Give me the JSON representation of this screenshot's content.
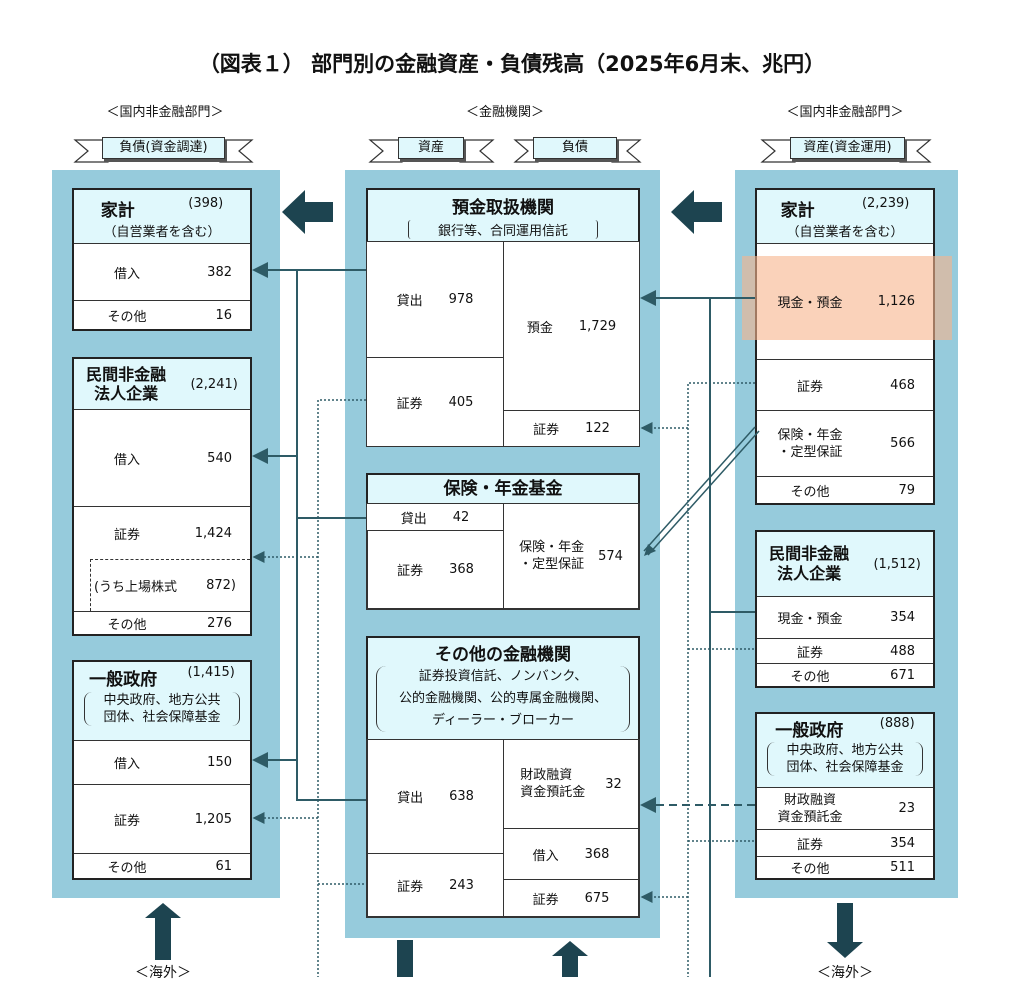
{
  "title": "（図表１） 部門別の金融資産・負債残高（2025年6月末、兆円）",
  "sections": {
    "left": "＜国内非金融部門＞",
    "middle": "＜金融機関＞",
    "right": "＜国内非金融部門＞"
  },
  "ribbons": {
    "left": "負債(資金調達)",
    "mid_assets": "資産",
    "mid_liab": "負債",
    "right": "資産(資金運用)"
  },
  "left": {
    "household": {
      "name": "家計",
      "total": "(398)",
      "sub": "（自営業者を含む）",
      "rows": [
        {
          "label": "借入",
          "value": "382"
        },
        {
          "label": "その他",
          "value": "16"
        }
      ]
    },
    "corp": {
      "name": "民間非金融\n法人企業",
      "total": "(2,241)",
      "rows": [
        {
          "label": "借入",
          "value": "540"
        },
        {
          "label": "証券",
          "value": "1,424"
        },
        {
          "label": "(うち上場株式",
          "value": "872)"
        },
        {
          "label": "その他",
          "value": "276"
        }
      ]
    },
    "gov": {
      "name": "一般政府",
      "total": "(1,415)",
      "sub": "中央政府、地方公共\n団体、社会保障基金",
      "rows": [
        {
          "label": "借入",
          "value": "150"
        },
        {
          "label": "証券",
          "value": "1,205"
        },
        {
          "label": "その他",
          "value": "61"
        }
      ]
    }
  },
  "middle": {
    "deposit": {
      "name": "預金取扱機関",
      "sub": "銀行等、合同運用信託",
      "assets": [
        {
          "label": "貸出",
          "value": "978"
        },
        {
          "label": "証券",
          "value": "405"
        }
      ],
      "liab": [
        {
          "label": "預金",
          "value": "1,729"
        },
        {
          "label": "証券",
          "value": "122"
        }
      ]
    },
    "insurance": {
      "name": "保険・年金基金",
      "assets": [
        {
          "label": "貸出",
          "value": "42"
        },
        {
          "label": "証券",
          "value": "368"
        }
      ],
      "liab": [
        {
          "label": "保険・年金\n・定型保証",
          "value": "574"
        }
      ]
    },
    "other": {
      "name": "その他の金融機関",
      "sub": "証券投資信託、ノンバンク、\n公的金融機関、公的専属金融機関、\nディーラー・ブローカー",
      "assets": [
        {
          "label": "貸出",
          "value": "638"
        },
        {
          "label": "証券",
          "value": "243"
        }
      ],
      "liab": [
        {
          "label": "財政融資\n資金預託金",
          "value": "32"
        },
        {
          "label": "借入",
          "value": "368"
        },
        {
          "label": "証券",
          "value": "675"
        }
      ]
    }
  },
  "right": {
    "household": {
      "name": "家計",
      "total": "(2,239)",
      "sub": "（自営業者を含む）",
      "rows": [
        {
          "label": "現金・預金",
          "value": "1,126"
        },
        {
          "label": "証券",
          "value": "468"
        },
        {
          "label": "保険・年金\n・定型保証",
          "value": "566"
        },
        {
          "label": "その他",
          "value": "79"
        }
      ]
    },
    "corp": {
      "name": "民間非金融\n法人企業",
      "total": "(1,512)",
      "rows": [
        {
          "label": "現金・預金",
          "value": "354"
        },
        {
          "label": "証券",
          "value": "488"
        },
        {
          "label": "その他",
          "value": "671"
        }
      ]
    },
    "gov": {
      "name": "一般政府",
      "total": "(888)",
      "sub": "中央政府、地方公共\n団体、社会保障基金",
      "rows": [
        {
          "label": "財政融資\n資金預託金",
          "value": "23"
        },
        {
          "label": "証券",
          "value": "354"
        },
        {
          "label": "その他",
          "value": "511"
        }
      ]
    }
  },
  "overseas": [
    "＜海外＞",
    "＜海外＞"
  ],
  "colors": {
    "panel": "#96cbdc",
    "header": "#e0f8fc",
    "arrow": "#1d4450",
    "highlight": "#f6c9a8"
  }
}
